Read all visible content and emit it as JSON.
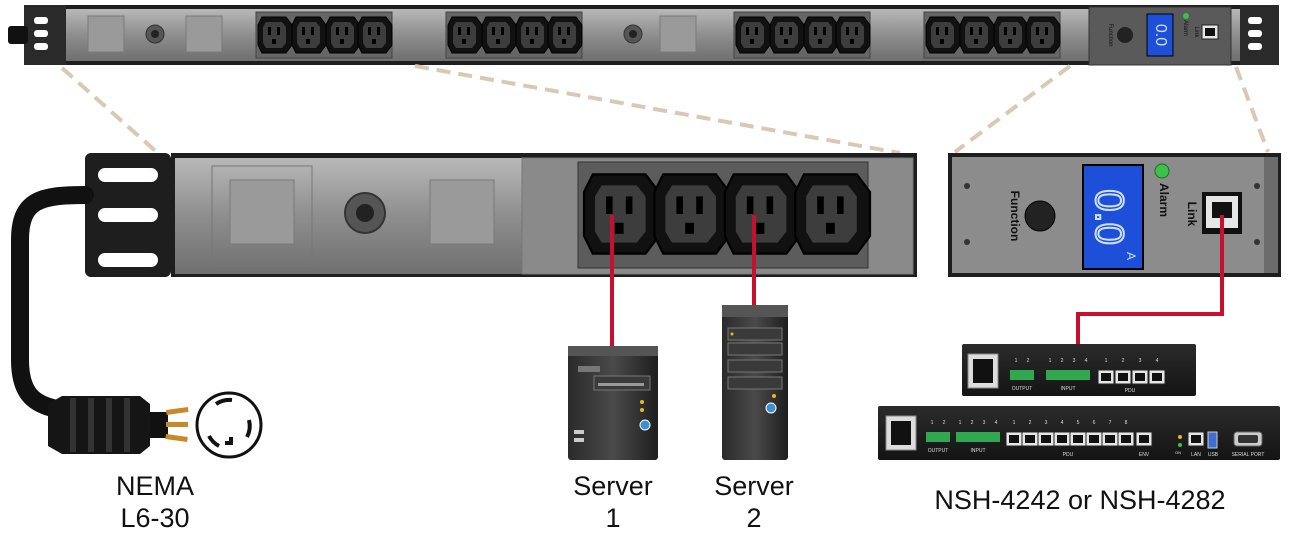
{
  "labels": {
    "plug_line1": "NEMA",
    "plug_line2": "L6-30",
    "server1_line1": "Server",
    "server1_line2": "1",
    "server2_line1": "Server",
    "server2_line2": "2",
    "controller": "NSH-4242 or NSH-4282"
  },
  "pdu_panel": {
    "function_label": "Function",
    "alarm_label": "Alarm",
    "link_label": "Link",
    "display_value": "0.0",
    "display_unit": "A"
  },
  "device_small": {
    "group_output": "OUTPUT",
    "group_input": "INPUT",
    "group_pdu": "PDU",
    "output_numbers": [
      "1",
      "2"
    ],
    "input_numbers": [
      "1",
      "2",
      "3",
      "4"
    ],
    "pdu_numbers": [
      "1",
      "2",
      "3",
      "4"
    ]
  },
  "device_large": {
    "group_output": "OUTPUT",
    "group_input": "INPUT",
    "group_pdu": "PDU",
    "group_env": "ENV",
    "group_lan": "LAN",
    "group_usb": "USB",
    "group_on": "ON",
    "group_serial": "SERIAL PORT",
    "output_numbers": [
      "1",
      "2"
    ],
    "input_numbers": [
      "1",
      "2",
      "3",
      "4"
    ],
    "pdu_numbers": [
      "1",
      "2",
      "3",
      "4",
      "5",
      "6",
      "7",
      "8"
    ]
  },
  "colors": {
    "body_gray": "#8c8c8c",
    "body_dark": "#5a5a5a",
    "cable_red": "#c8102e",
    "display_blue": "#1d4fd8",
    "alarm_green": "#3cc24a",
    "terminal_green": "#2fa84f",
    "guide_beige": "#d8c9b4"
  }
}
